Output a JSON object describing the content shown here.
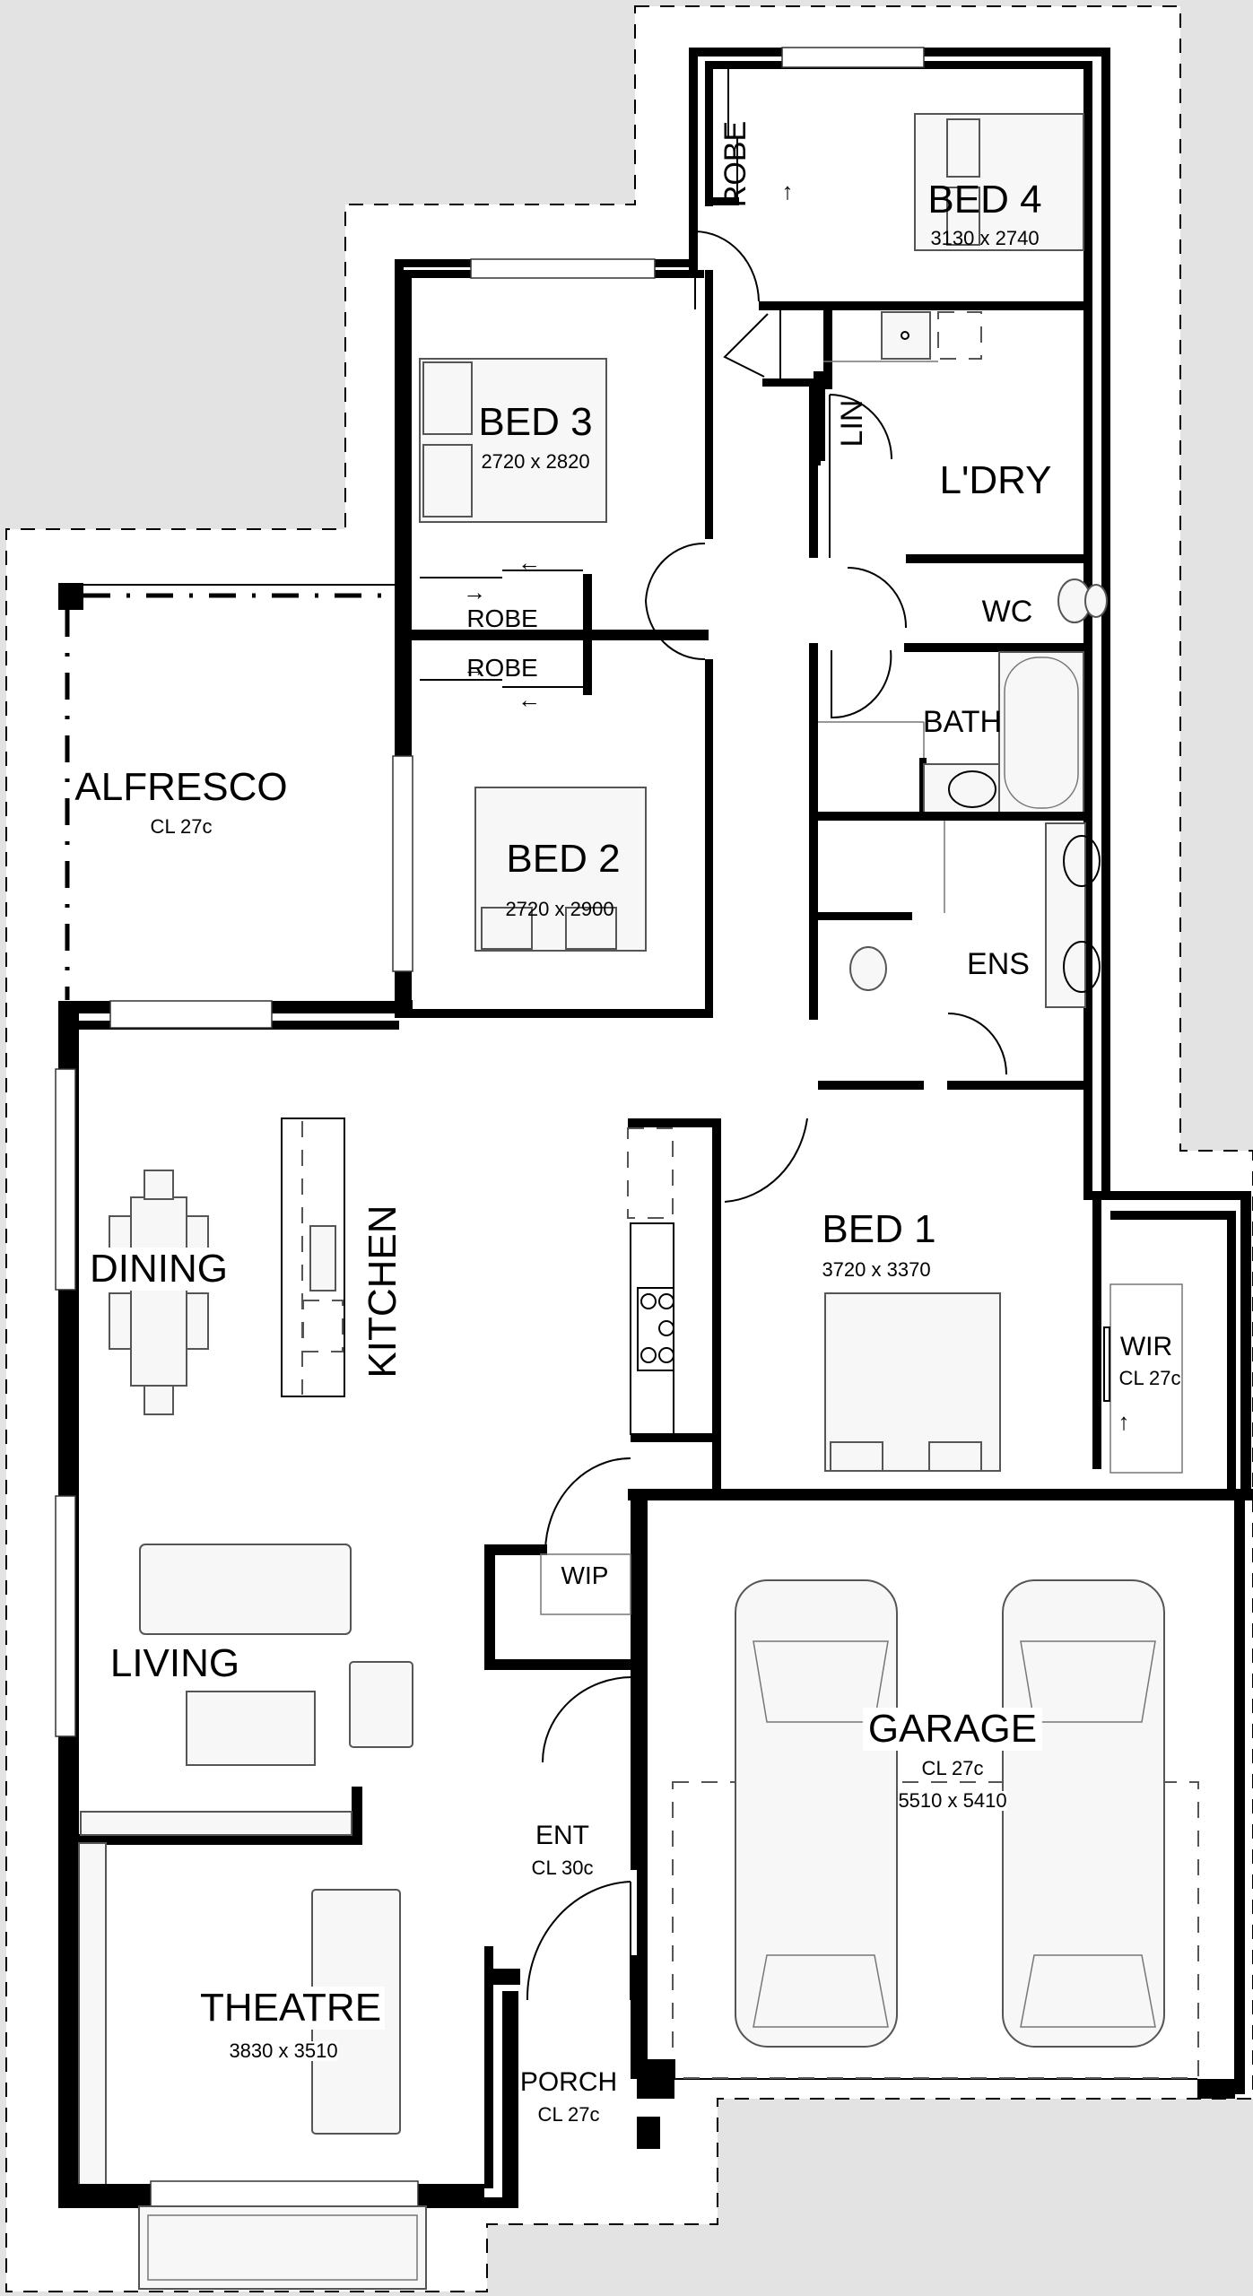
{
  "plan": {
    "type": "residential single-storey floor plan",
    "colors": {
      "background": "#e3e3e3",
      "lot": "#ffffff",
      "walls": "#000000",
      "fixtures": "#f7f7f7"
    }
  },
  "rooms": {
    "bed4": {
      "name": "BED 4",
      "size": "3130 x 2740"
    },
    "robe_bed4": {
      "name": "ROBE"
    },
    "bed3": {
      "name": "BED 3",
      "size": "2720 x 2820"
    },
    "lin": {
      "name": "LIN"
    },
    "laundry": {
      "name": "L'DRY"
    },
    "wc": {
      "name": "WC"
    },
    "robe_bed3": {
      "name": "ROBE"
    },
    "robe_bed2": {
      "name": "ROBE"
    },
    "bath": {
      "name": "BATH"
    },
    "alfresco": {
      "name": "ALFRESCO",
      "ceiling": "CL 27c"
    },
    "bed2": {
      "name": "BED 2",
      "size": "2720 x 2900"
    },
    "ens": {
      "name": "ENS"
    },
    "dining": {
      "name": "DINING"
    },
    "kitchen": {
      "name": "KITCHEN"
    },
    "bed1": {
      "name": "BED 1",
      "size": "3720 x 3370"
    },
    "wir": {
      "name": "WIR",
      "ceiling": "CL 27c"
    },
    "wip": {
      "name": "WIP"
    },
    "living": {
      "name": "LIVING"
    },
    "garage": {
      "name": "GARAGE",
      "ceiling": "CL 27c",
      "size": "5510 x 5410"
    },
    "ent": {
      "name": "ENT",
      "ceiling": "CL 30c"
    },
    "theatre": {
      "name": "THEATRE",
      "size": "3830 x 3510"
    },
    "porch": {
      "name": "PORCH",
      "ceiling": "CL 27c"
    }
  },
  "symbols": {
    "arrow_left": "←",
    "arrow_right": "→",
    "arrow_up": "↑"
  }
}
